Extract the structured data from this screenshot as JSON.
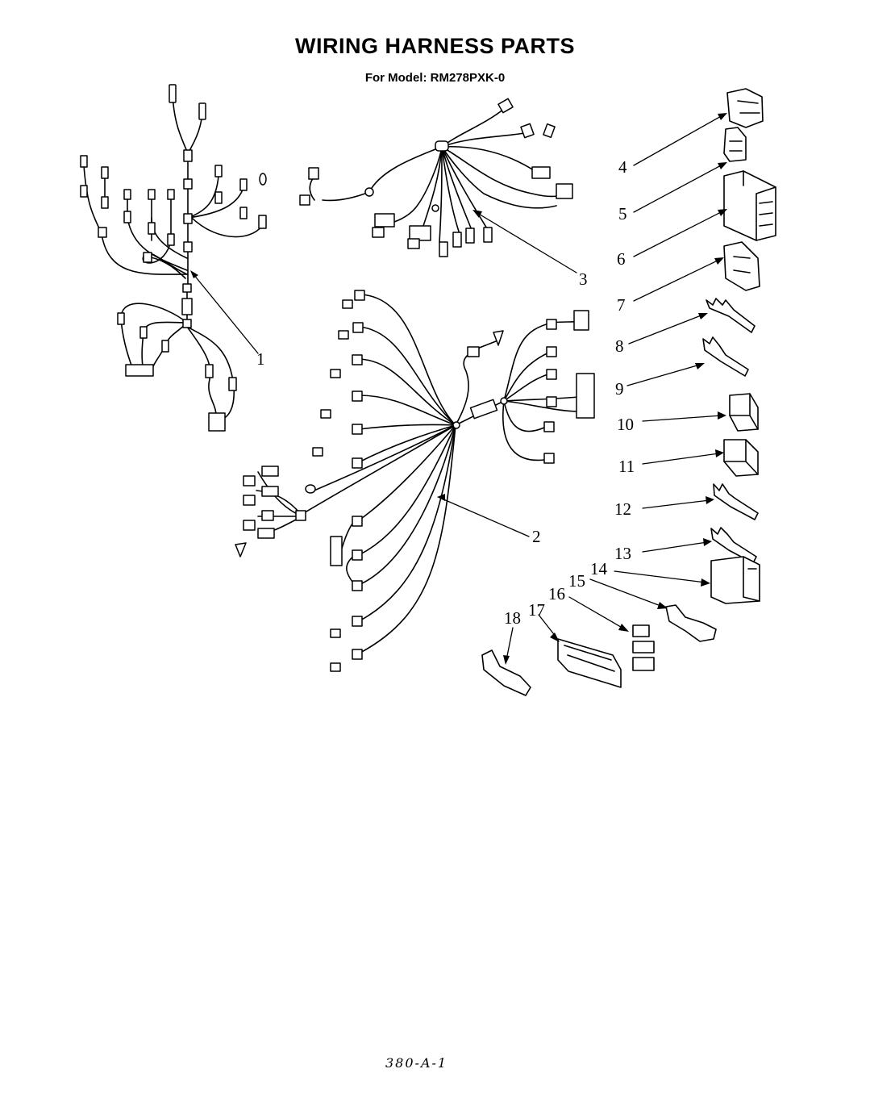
{
  "title": "WIRING HARNESS PARTS",
  "subtitle": "For Model: RM278PXK-0",
  "callouts": [
    "1",
    "2",
    "3",
    "4",
    "5",
    "6",
    "7",
    "8",
    "9",
    "10",
    "11",
    "12",
    "13",
    "14",
    "15",
    "16",
    "17",
    "18"
  ],
  "footer": "380-A-1"
}
